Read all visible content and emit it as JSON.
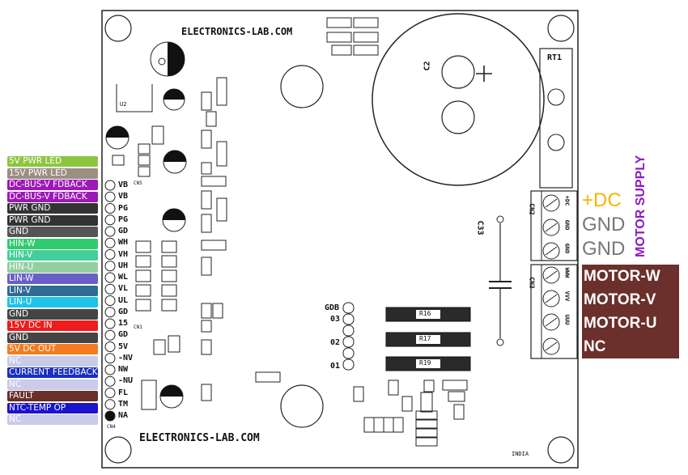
{
  "board": {
    "brand_top": "ELECTRONICS-LAB.COM",
    "brand_bottom": "ELECTRONICS-LAB.COM",
    "origin": "INDIA",
    "cn4": "CN4",
    "cn5": "CN5",
    "cn1": "CN1",
    "cn2": "CN2",
    "cn3": "CN3",
    "rt1": "RT1",
    "c2": "C2",
    "c33": "C33",
    "u2": "U2",
    "r16": "R16",
    "r17": "R17",
    "r19": "R19",
    "gdb": "GDB",
    "q3": "03",
    "q2": "02",
    "q1": "01",
    "cn2_pins": [
      "+DC",
      "GND",
      "GND"
    ],
    "cn3_pins": [
      "WWW",
      "VVV",
      "UUU"
    ]
  },
  "pins": [
    {
      "code": "VB",
      "label": "5V PWR LED",
      "bg": "#8cc63f",
      "fg": "#ffffff"
    },
    {
      "code": "VB",
      "label": "15V PWR LED",
      "bg": "#9b8f82",
      "fg": "#ffffff"
    },
    {
      "code": "PG",
      "label": "DC-BUS-V FDBACK",
      "bg": "#9d18b8",
      "fg": "#ffffff"
    },
    {
      "code": "PG",
      "label": "DC-BUS-V FDBACK",
      "bg": "#9d18b8",
      "fg": "#ffffff"
    },
    {
      "code": "GD",
      "label": "PWR GND",
      "bg": "#333333",
      "fg": "#ffffff"
    },
    {
      "code": "WH",
      "label": "PWR GND",
      "bg": "#333333",
      "fg": "#ffffff"
    },
    {
      "code": "VH",
      "label": "GND",
      "bg": "#555555",
      "fg": "#ffffff"
    },
    {
      "code": "UH",
      "label": "HIN-W",
      "bg": "#2fcc6e",
      "fg": "#ffffff"
    },
    {
      "code": "WL",
      "label": "HIN-V",
      "bg": "#43cf99",
      "fg": "#ffffff"
    },
    {
      "code": "VL",
      "label": "HIN-U",
      "bg": "#92cf9f",
      "fg": "#ffffff"
    },
    {
      "code": "UL",
      "label": "LIN-W",
      "bg": "#6a5fc9",
      "fg": "#ffffff"
    },
    {
      "code": "GD",
      "label": "LIN-V",
      "bg": "#2f6b95",
      "fg": "#ffffff"
    },
    {
      "code": "15",
      "label": "LIN-U",
      "bg": "#1fc2ea",
      "fg": "#ffffff"
    },
    {
      "code": "GD",
      "label": "GND",
      "bg": "#444444",
      "fg": "#ffffff"
    },
    {
      "code": "5V",
      "label": "15V DC IN",
      "bg": "#ee1c1c",
      "fg": "#ffffff"
    },
    {
      "code": "-NV",
      "label": "GND",
      "bg": "#444444",
      "fg": "#ffffff"
    },
    {
      "code": "NW",
      "label": "5V DC OUT",
      "bg": "#f47b20",
      "fg": "#ffffff"
    },
    {
      "code": "-NU",
      "label": "NC",
      "bg": "#c9cbe8",
      "fg": "#ffffff"
    },
    {
      "code": "FL",
      "label": "CURRENT FEEDBACK",
      "bg": "#1a2fc2",
      "fg": "#ffffff"
    },
    {
      "code": "TM",
      "label": "NC",
      "bg": "#c9cbe8",
      "fg": "#ffffff"
    },
    {
      "code": "NA",
      "label": "FAULT",
      "bg": "#6a2f2a",
      "fg": "#ffffff"
    },
    {
      "code": "",
      "label": "NTC-TEMP OP",
      "bg": "#1a14cc",
      "fg": "#ffffff"
    },
    {
      "code": "",
      "label": "NC",
      "bg": "#c9cbe8",
      "fg": "#ffffff"
    }
  ],
  "supply": {
    "title": "MOTOR SUPPLY",
    "title_color": "#8b1ac7",
    "labels": [
      {
        "text": "+DC",
        "color": "#f2b600"
      },
      {
        "text": "GND",
        "color": "#777777"
      },
      {
        "text": "GND",
        "color": "#777777"
      }
    ]
  },
  "motor": {
    "bg": "#6b302b",
    "fg": "#ffffff",
    "labels": [
      "MOTOR-W",
      "MOTOR-V",
      "MOTOR-U",
      "NC"
    ]
  }
}
